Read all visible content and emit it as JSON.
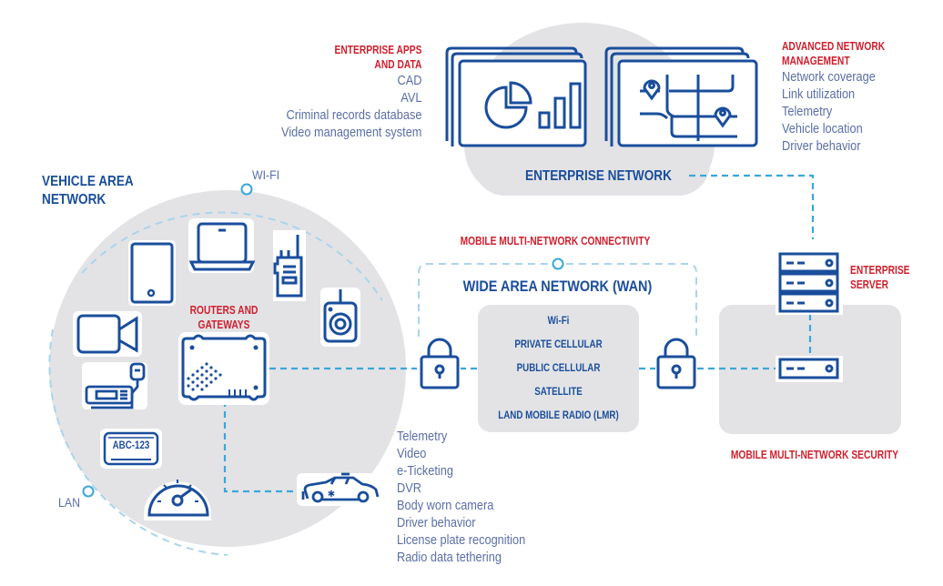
{
  "enterprise_apps": {
    "title_line1": "ENTERPRISE APPS",
    "title_line2": "AND DATA",
    "items": [
      "CAD",
      "AVL",
      "Criminal records database",
      "Video management system"
    ]
  },
  "advanced_network": {
    "title_line1": "ADVANCED NETWORK",
    "title_line2": "MANAGEMENT",
    "items": [
      "Network coverage",
      "Link utilization",
      "Telemetry",
      "Vehicle location",
      "Driver behavior"
    ]
  },
  "enterprise_network": {
    "label": "ENTERPRISE NETWORK"
  },
  "vehicle_area": {
    "title_line1": "VEHICLE AREA",
    "title_line2": "NETWORK",
    "wifi_label": "WI-FI",
    "lan_label": "LAN",
    "routers_line1": "ROUTERS AND",
    "routers_line2": "GATEWAYS",
    "plate_text": "ABC-123"
  },
  "wan": {
    "connectivity_label": "MOBILE MULTI-NETWORK CONNECTIVITY",
    "title": "WIDE AREA NETWORK (WAN)",
    "items": [
      "Wi-Fi",
      "PRIVATE CELLULAR",
      "PUBLIC CELLULAR",
      "SATELLITE",
      "LAND MOBILE RADIO (LMR)"
    ]
  },
  "enterprise_server": {
    "line1": "ENTERPRISE",
    "line2": "SERVER"
  },
  "security": {
    "label": "MOBILE MULTI-NETWORK SECURITY"
  },
  "vehicle_apps": {
    "items": [
      "Telemetry",
      "Video",
      "e-Ticketing",
      "DVR",
      "Body worn camera",
      "Driver behavior",
      "License plate recognition",
      "Radio data tethering"
    ]
  },
  "colors": {
    "accent_red": "#d0202e",
    "icon_blue": "#1a4e9c",
    "text_blue": "#5a6fa8",
    "dash_cyan": "#3aa6dc",
    "panel_gray": "#e3e3e6"
  }
}
